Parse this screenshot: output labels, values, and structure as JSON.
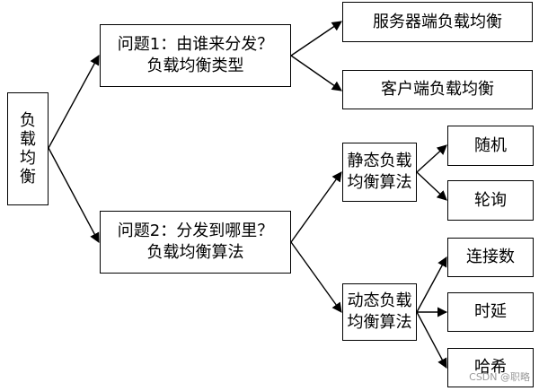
{
  "diagram": {
    "root": "负\n载\n均\n衡",
    "q1": "问题1：由谁来分发？\n负载均衡类型",
    "q2": "问题2：分发到哪里？\n负载均衡算法",
    "server_side": "服务器端负载均衡",
    "client_side": "客户端负载均衡",
    "static_algo": "静态负载\n均衡算法",
    "dynamic_algo": "动态负载\n均衡算法",
    "random": "随机",
    "round_robin": "轮询",
    "connections": "连接数",
    "latency": "时延",
    "hash": "哈希"
  },
  "watermark": "CSDN @职略"
}
